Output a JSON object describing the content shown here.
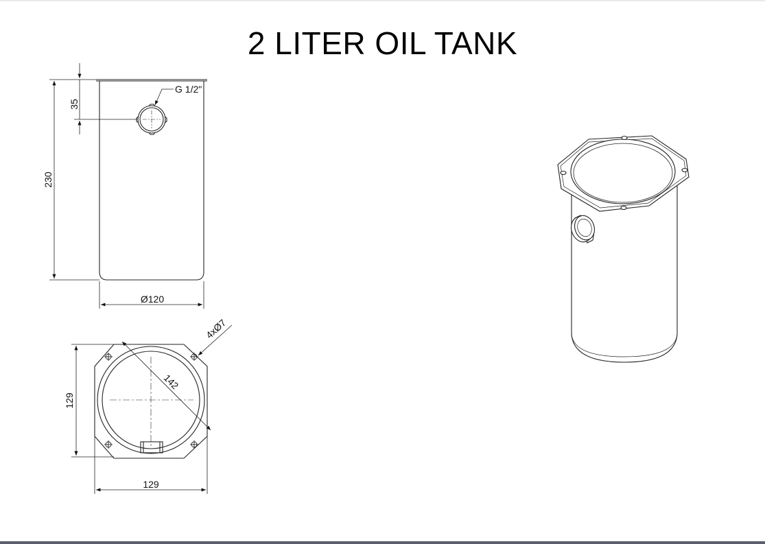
{
  "title": "2 LITER OIL TANK",
  "dimensions": {
    "port_offset": "35",
    "height": "230",
    "diameter": "Ø120",
    "thread": "G 1/2\"",
    "holes": "4xØ7",
    "hole_pitch": "142",
    "flange_height": "129",
    "flange_width": "129"
  }
}
